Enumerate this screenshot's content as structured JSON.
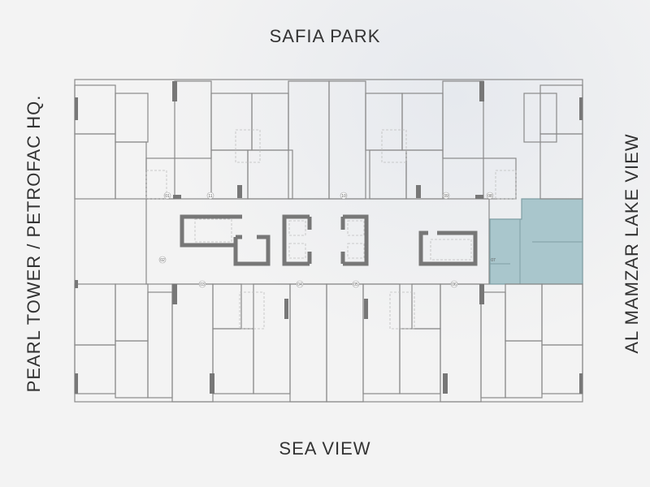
{
  "directions": {
    "north": "SAFIA PARK",
    "south": "SEA VIEW",
    "west": "PEARL TOWER / PETROFAC HQ.",
    "east": "AL MAMZAR LAKE VIEW"
  },
  "units": [
    "01",
    "11",
    "10",
    "09",
    "08",
    "02",
    "03",
    "04",
    "05",
    "06",
    "07"
  ],
  "highlighted_unit": "07",
  "colors": {
    "highlight": "#a9c6cc",
    "wall": "#777777",
    "background": "#f3f3f3"
  }
}
